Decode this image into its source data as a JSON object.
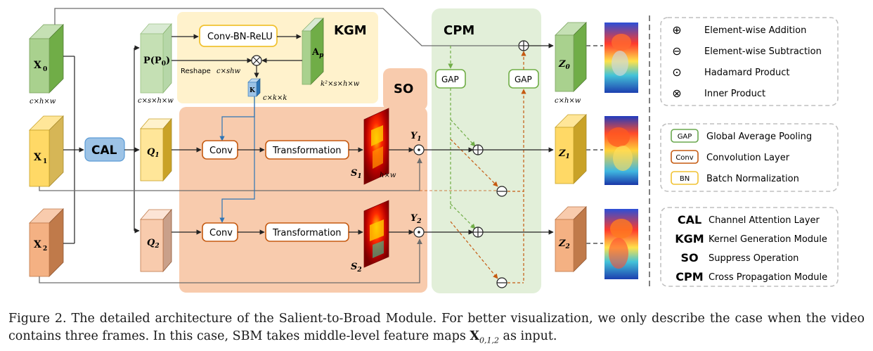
{
  "modules": {
    "kgm": "KGM",
    "cpm": "CPM",
    "so": "SO",
    "cal": "CAL"
  },
  "features": {
    "x0": "X",
    "x0_sub": "0",
    "x1": "X",
    "x1_sub": "1",
    "x2": "X",
    "x2_sub": "2",
    "x_dim": "c×h×w",
    "p": "P(P",
    "p_sub": "0",
    "p_close": ")",
    "p_dim": "c×s×h×w",
    "q1": "Q",
    "q1_sub": "1",
    "q2": "Q",
    "q2_sub": "2",
    "ap": "A",
    "ap_sub": "p",
    "ap_dim": "k²×s×h×w",
    "k": "K",
    "k_dim": "c×k×k",
    "reshape": "Reshape",
    "reshape_dim": "c×shw",
    "s1": "S",
    "s1_sub": "1",
    "s2": "S",
    "s2_sub": "2",
    "s_dim": "h×w",
    "y1": "Y",
    "y1_sub": "1",
    "y2": "Y",
    "y2_sub": "2",
    "z0": "Z",
    "z0_sub": "0",
    "z1": "Z",
    "z1_sub": "1",
    "z2": "Z",
    "z2_sub": "2",
    "z_dim": "c×h×w"
  },
  "boxes": {
    "conv_bn_relu": "Conv-BN-ReLU",
    "conv": "Conv",
    "transformation": "Transformation",
    "gap": "GAP"
  },
  "legend": {
    "ops": [
      {
        "symbol": "⊕",
        "label": "Element-wise Addition"
      },
      {
        "symbol": "⊖",
        "label": "Element-wise Subtraction"
      },
      {
        "symbol": "⊙",
        "label": "Hadamard Product"
      },
      {
        "symbol": "⊗",
        "label": "Inner Product"
      }
    ],
    "blocks": [
      {
        "tag": "GAP",
        "label": "Global Average Pooling",
        "color": "#6aa84f"
      },
      {
        "tag": "Conv",
        "label": "Convolution Layer",
        "color": "#c55a11"
      },
      {
        "tag": "BN",
        "label": "Batch Normalization",
        "color": "#f1c232"
      }
    ],
    "abbr": [
      {
        "abbr": "CAL",
        "label": "Channel Attention Layer"
      },
      {
        "abbr": "KGM",
        "label": "Kernel Generation Module"
      },
      {
        "abbr": "SO",
        "label": "Suppress Operation"
      },
      {
        "abbr": "CPM",
        "label": "Cross Propagation Module"
      }
    ]
  },
  "colors": {
    "green": "#a9d18e",
    "yellow": "#ffd966",
    "orange": "#f4b183",
    "blue": "#9dc3e6",
    "kgm_bg": "#fff2cc",
    "so_bg": "#f8cbad",
    "cpm_bg": "#e2efd9"
  },
  "caption": {
    "line1": "Figure 2.  The detailed architecture of the Salient-to-Broad Module.  For better visualization, we only describe the case when the video",
    "line2_pre": "contains three frames. In this case, SBM takes middle-level feature maps ",
    "line2_math": "X",
    "line2_sub": "0,1,2",
    "line2_post": " as input."
  }
}
